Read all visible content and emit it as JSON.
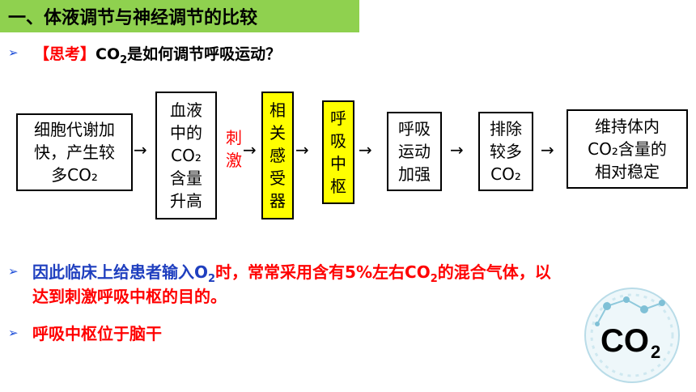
{
  "title": "一、体液调节与神经调节的比较",
  "question": {
    "prefix": "【思考】",
    "text_a": "CO",
    "sub": "2",
    "text_b": "是如何调节呼吸运动？"
  },
  "flow": {
    "box1": [
      "细胞代谢加",
      "快，产生较",
      "多CO₂"
    ],
    "box2": [
      "血液",
      "中的",
      "CO₂",
      "含量",
      "升高"
    ],
    "stimulus": [
      "刺",
      "激"
    ],
    "box3": [
      "相",
      "关",
      "感",
      "受",
      "器"
    ],
    "box4": [
      "呼",
      "吸",
      "中",
      "枢"
    ],
    "box5": [
      "呼吸",
      "运动",
      "加强"
    ],
    "box6": [
      "排除",
      "较多",
      "CO₂"
    ],
    "box7": [
      "维持体内",
      "CO₂含量的",
      "相对稳定"
    ],
    "arrow": "→"
  },
  "bullet1": {
    "part1": "因此临床上给患者输入O",
    "sub1": "2",
    "part2": "时，常常采用含有5%左右CO",
    "sub2": "2",
    "part3": "的混合气体，以",
    "line2": "达到刺激呼吸中枢的目的。"
  },
  "bullet2": "呼吸中枢位于脑干",
  "logo": {
    "text": "CO",
    "sub": "2"
  },
  "colors": {
    "title_bg": "#8fd14f",
    "accent_red": "#ff0000",
    "bullet_blue": "#1f4fd8",
    "highlight": "#ffff00"
  }
}
